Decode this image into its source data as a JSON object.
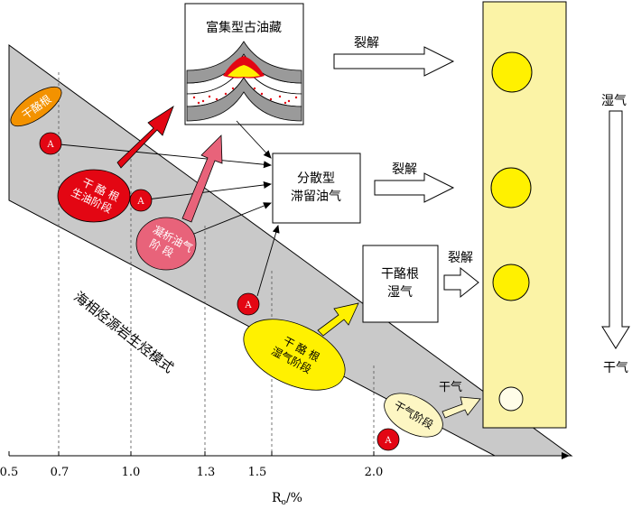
{
  "reservoir_box": {
    "title": "富集型古油藏"
  },
  "mid_box": {
    "line1": "分散型",
    "line2": "滞留油气"
  },
  "wet_box": {
    "line1": "干酪根",
    "line2": "湿气"
  },
  "cracking_labels": [
    "裂解",
    "裂解",
    "裂解"
  ],
  "dry_gas_label": "干气",
  "right_scale": {
    "top": "湿气",
    "bottom": "干气"
  },
  "band_label": "海相烃源岩生烃模式",
  "stages": {
    "kerogen": "干酪根",
    "oil_line1": "干 酪 根",
    "oil_line2": "生油阶段",
    "condensate_line1": "凝析油气",
    "condensate_line2": "阶 段",
    "wetgas_line1": "干 酪 根",
    "wetgas_line2": "湿气阶段",
    "drygas": "干气阶段"
  },
  "marker_label": "A",
  "x_axis": {
    "ticks": [
      "0.5",
      "0.7",
      "1.0",
      "1.3",
      "1.5",
      "2.0"
    ],
    "label_main": "R",
    "label_sub": "o",
    "label_unit": "/%"
  },
  "colors": {
    "band": "#c9c9c9",
    "column": "#fbf3a6",
    "red": "#e30613",
    "pink": "#e8637a",
    "yellow": "#fff100",
    "orange": "#f39200",
    "light_yellow": "#fdf6c3"
  }
}
